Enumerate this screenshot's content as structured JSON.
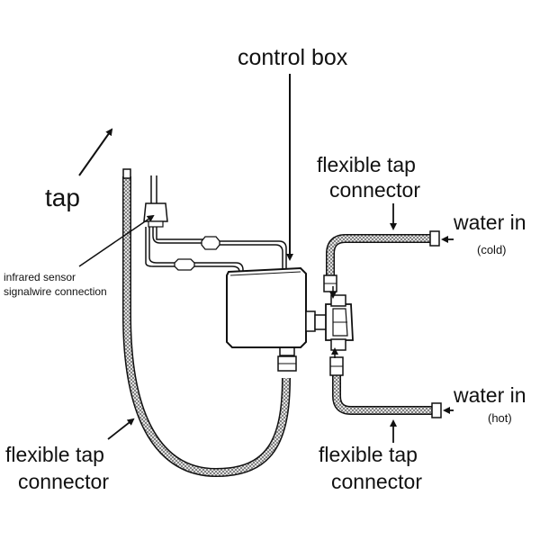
{
  "labels": {
    "control_box": "control box",
    "tap": "tap",
    "ftc_cold_line1": "flexible tap",
    "ftc_cold_line2": "connector",
    "water_in_cold": "water in",
    "cold": "(cold)",
    "sensor_line1": "infrared sensor",
    "sensor_line2": "signalwire connection",
    "water_in_hot": "water in",
    "hot": "(hot)",
    "ftc_left_line1": "flexible tap",
    "ftc_left_line2": "connector",
    "ftc_hot_line1": "flexible tap",
    "ftc_hot_line2": "connector"
  },
  "colors": {
    "ink": "#111111",
    "box_fill": "#ffffff",
    "hose_fill": "#eeeeee"
  }
}
